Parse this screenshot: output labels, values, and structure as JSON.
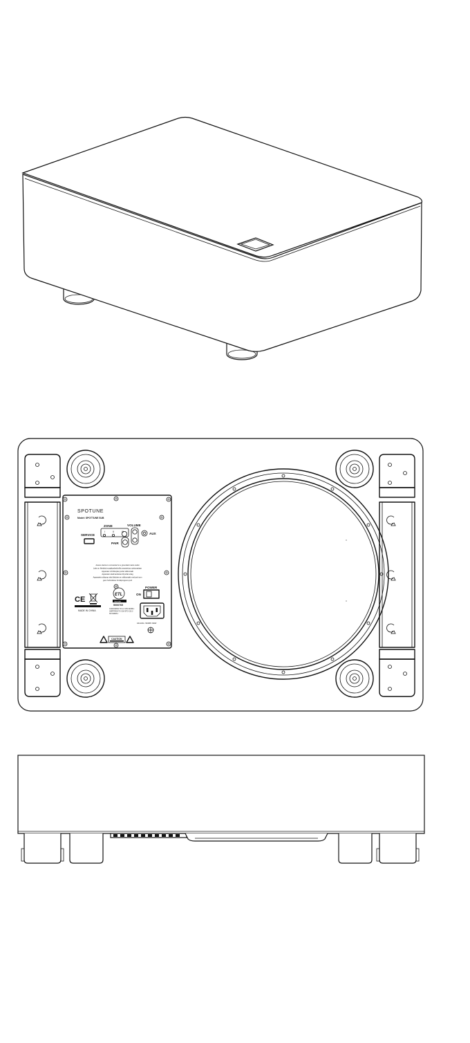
{
  "colors": {
    "line": "#111111",
    "background": "#ffffff"
  },
  "rear_panel": {
    "brand": "SPOTUNE",
    "model": "Model: SPOTTUNE SUB",
    "zone_label": "ZONE",
    "zone_marks": [
      "I",
      "II",
      "III"
    ],
    "volume_label": "VOLUME",
    "service_label": "SERVICE",
    "aux_label": "AUX",
    "pair_label": "PAIR",
    "warning_lines": [
      "Assure device is connected to a grounded mains outlet",
      "Laite on liitettävä suojakoskettimilla varustettuun pistorasiaan",
      "Apparatet må tilkoples jordet stikkontakt",
      "Apparaten skall anslutas till jordat uttag",
      "Apparatets stikprop skal tilsluttes en stikkontakt med jord som",
      "giver forbindelse til stikproppens jord"
    ],
    "power_label": "POWER",
    "on_label": "ON",
    "etl_mark": "ETL",
    "intertek_label": "Intertek",
    "cert_number": "5000765",
    "conforms_lines": [
      "CONFORMS TO UL STD 62368-1",
      "CERTIFIED TO CSA STD C22.2",
      "NO 62368-1"
    ],
    "made_in": "MADE IN CHINA",
    "caution_label": "CAUTION",
    "mains_rating": "100-240V~ 50/60Hz 300W"
  }
}
